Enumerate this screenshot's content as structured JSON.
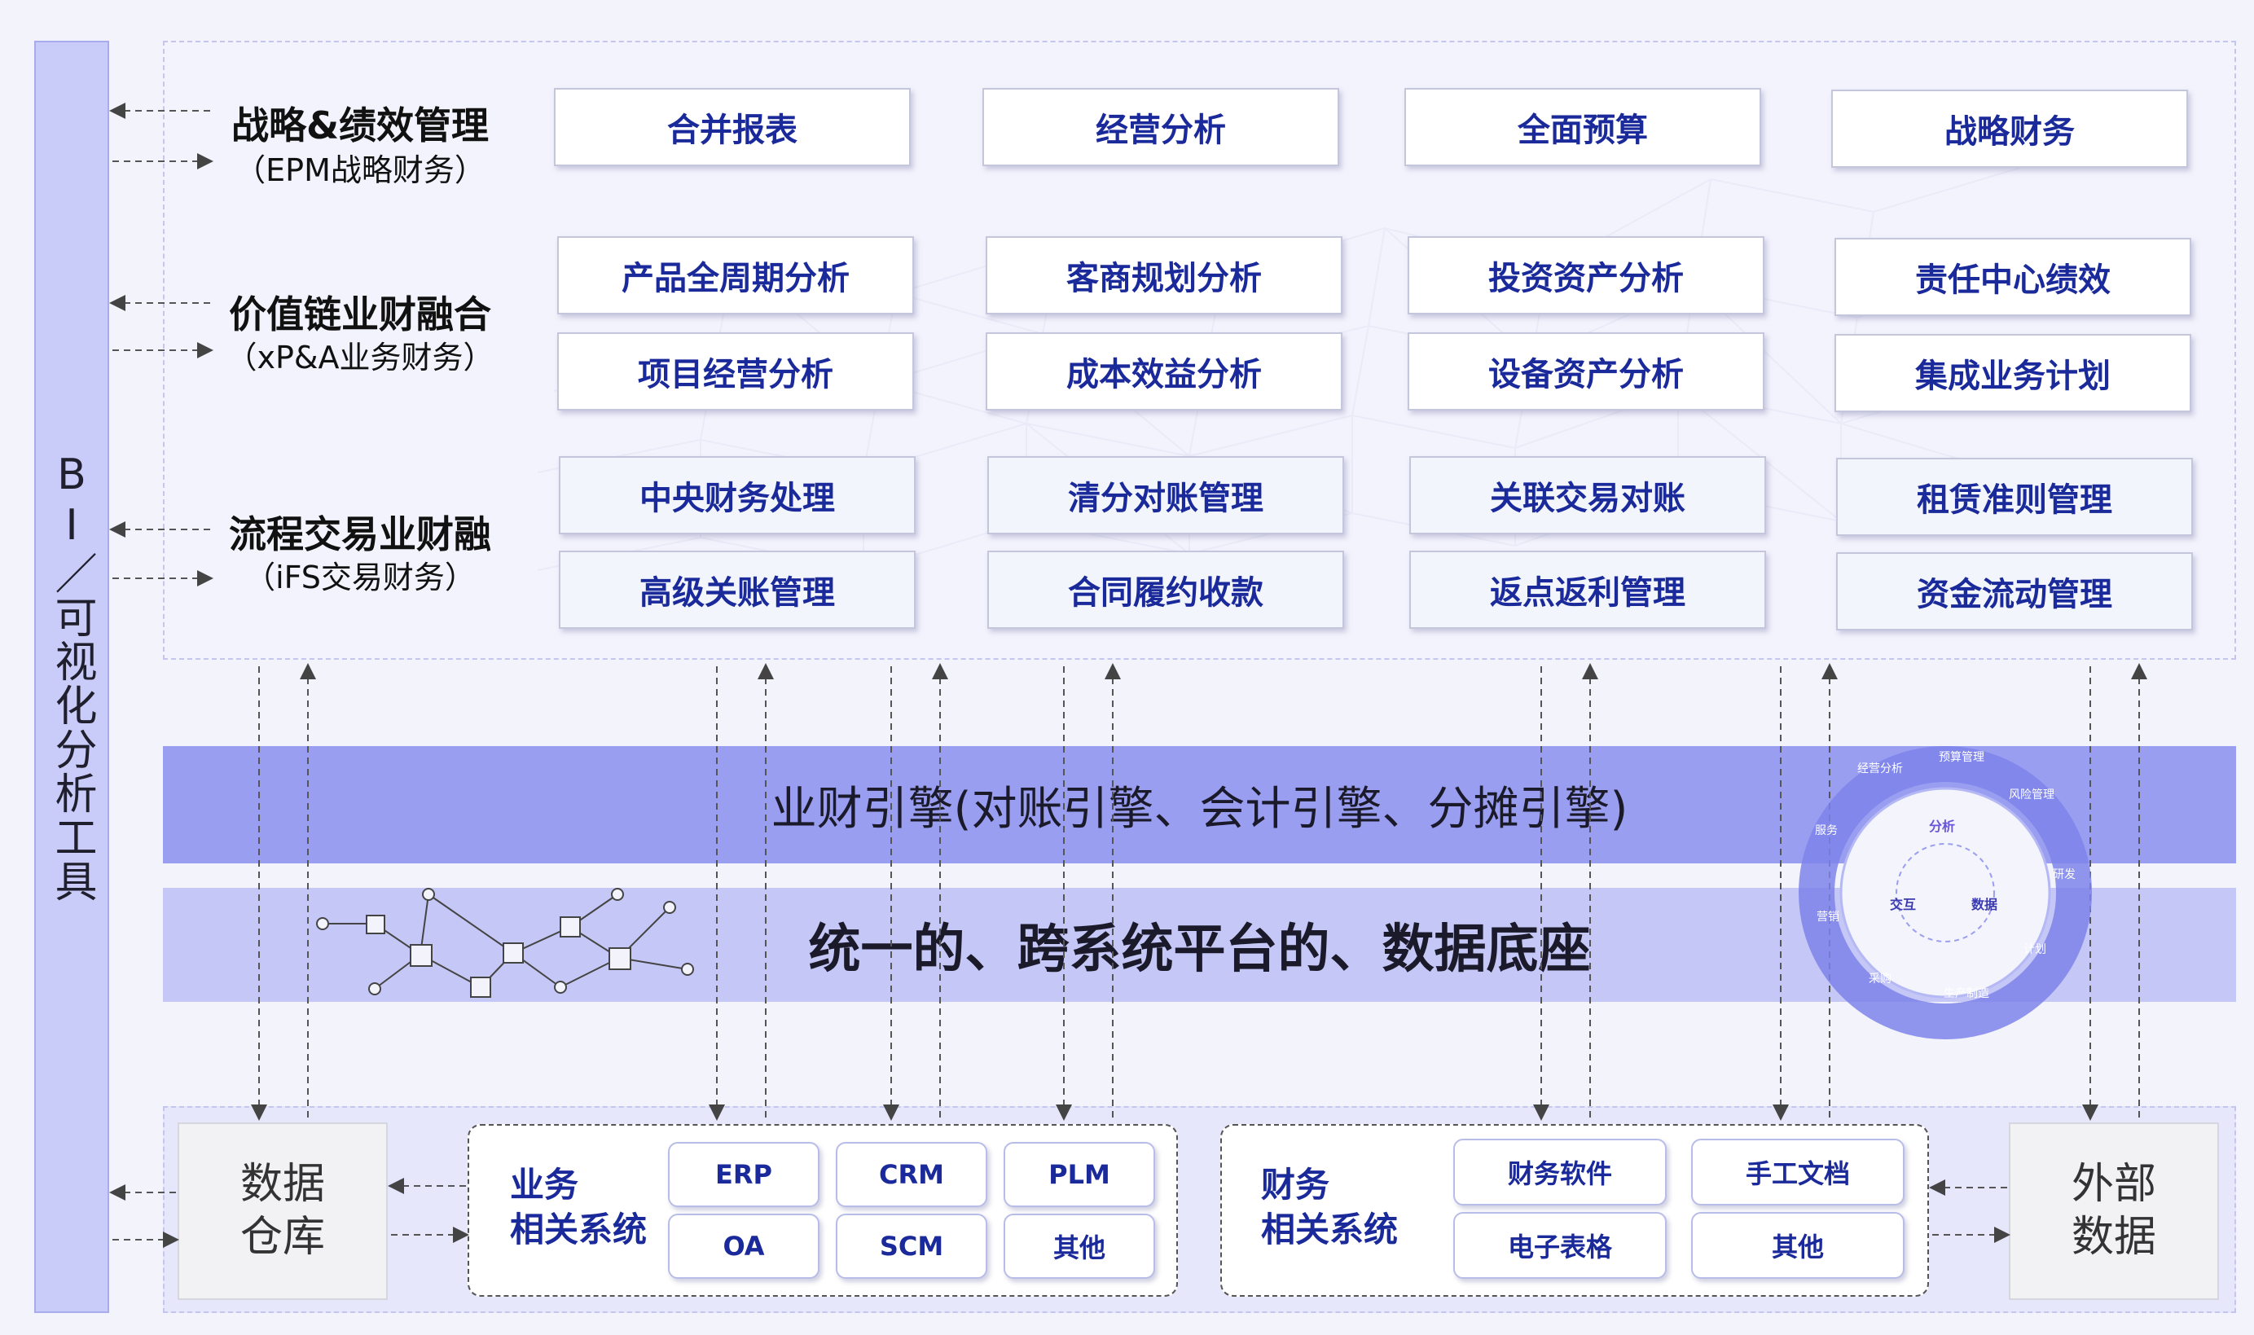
{
  "bi_tool_label": "BI／可视化分析工具",
  "categories": [
    {
      "title": "战略&绩效管理",
      "sub": "（EPM战略财务）"
    },
    {
      "title": "价值链业财融合",
      "sub": "（xP&A业务财务）"
    },
    {
      "title": "流程交易业财融",
      "sub": "（iFS交易财务）"
    }
  ],
  "epm_boxes": [
    "合并报表",
    "经营分析",
    "全面预算",
    "战略财务"
  ],
  "xpa_boxes": [
    "产品全周期分析",
    "客商规划分析",
    "投资资产分析",
    "责任中心绩效",
    "项目经营分析",
    "成本效益分析",
    "设备资产分析",
    "集成业务计划"
  ],
  "ifs_boxes": [
    "中央财务处理",
    "清分对账管理",
    "关联交易对账",
    "租赁准则管理",
    "高级关账管理",
    "合同履约收款",
    "返点返利管理",
    "资金流动管理"
  ],
  "engine_label": "业财引擎(对账引擎、会计引擎、分摊引擎)",
  "data_base_label": "统一的、跨系统平台的、数据底座",
  "ring": {
    "segments": [
      "经营分析",
      "预算管理",
      "风险管理",
      "研发",
      "计划",
      "生产制造",
      "采购",
      "营销",
      "服务"
    ],
    "inner": [
      "分析",
      "交互",
      "数据"
    ]
  },
  "data_warehouse": "数据\n仓库",
  "external_data": "外部\n数据",
  "business_group": {
    "label": "业务\n相关系统",
    "systems": [
      "ERP",
      "CRM",
      "PLM",
      "OA",
      "SCM",
      "其他"
    ]
  },
  "finance_group": {
    "label": "财务\n相关系统",
    "systems": [
      "财务软件",
      "手工文档",
      "电子表格",
      "其他"
    ]
  },
  "colors": {
    "accent": "#1b2a9a",
    "engine": "#9a9ef0",
    "base": "#c5c7f6",
    "bi_bar": "#c9cbf8"
  }
}
